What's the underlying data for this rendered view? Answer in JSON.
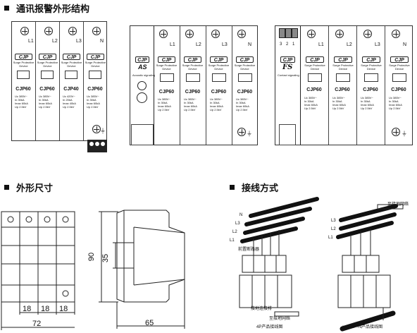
{
  "headings": {
    "structure": "通讯报警外形结构",
    "dimensions": "外形尺寸",
    "wiring": "接线方式"
  },
  "module": {
    "logo": "CJP",
    "subtitle": "Surge Protective Device",
    "spec_cjp60": [
      "Uc 385V~",
      "In 30kA",
      "Imax 60kA",
      "Up 2.5kV"
    ],
    "spec_cjp40": [
      "Uc 420V~",
      "In 20kA",
      "Imax 40kA",
      "Up 2.5kV"
    ]
  },
  "device1": {
    "lines": [
      "L1",
      "L2",
      "L3",
      "N"
    ],
    "models": [
      "CJP60",
      "CJP60",
      "CJP40",
      "CJP60"
    ]
  },
  "device2": {
    "lines": [
      "L1",
      "L2",
      "L3",
      "N"
    ],
    "models": [
      "CJP60",
      "CJP60",
      "CJP60",
      "CJP60"
    ],
    "aux_logo": "CJP",
    "aux_name": "AS",
    "aux_text": "Acoustic signaling"
  },
  "device3": {
    "lines": [
      "L1",
      "L2",
      "L3",
      "N"
    ],
    "models": [
      "CJP60",
      "CJP60",
      "CJP60",
      "CJP60"
    ],
    "aux_logo": "CJP",
    "aux_name": "FS",
    "aux_text": "Contact signaling",
    "contacts": [
      "3",
      "2",
      "1"
    ]
  },
  "dims": {
    "widths": [
      "18",
      "18",
      "18"
    ],
    "total_width": "72",
    "height": "90",
    "front_height": "35",
    "depth": "65"
  },
  "wiring": {
    "left_lines": [
      "N",
      "L3",
      "L2",
      "L1"
    ],
    "right_lines": [
      "L3",
      "L2",
      "L1"
    ],
    "breaker": "前置断路器",
    "ground": "接地连接排",
    "pe": "至接地网络",
    "cap_left": "4P产品接线图",
    "cap_right": "3P+N产品接线图",
    "n_label": "N"
  }
}
